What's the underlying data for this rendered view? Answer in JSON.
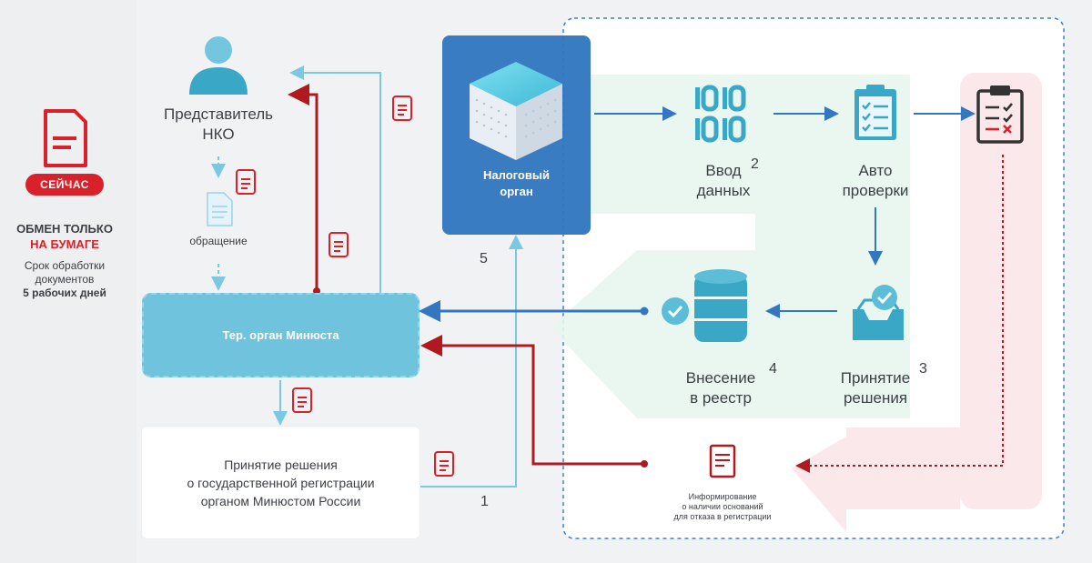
{
  "colors": {
    "red": "#d8212a",
    "blue": "#3277c0",
    "light_blue": "#7cc8e2",
    "teal": "#3aa7c7"
  },
  "left_panel": {
    "badge": "СЕЙЧАС",
    "title_line1": "ОБМЕН ТОЛЬКО",
    "title_line2": "НА БУМАГЕ",
    "desc_line1": "Срок обработки",
    "desc_line2": "документов",
    "desc_line3": "5 рабочих дней",
    "icon": "red-document-icon"
  },
  "nko": {
    "line1": "Представитель",
    "line2": "НКО",
    "icon": "user-icon"
  },
  "appeal": {
    "label": "обращение",
    "icon": "document-icon"
  },
  "ter_organ": {
    "label": "Тер. орган Минюста"
  },
  "decision": {
    "line1": "Принятие решения",
    "line2": "о государственной регистрации",
    "line3": "органом Минюстом России"
  },
  "tax_organ": {
    "line1": "Налоговый",
    "line2": "орган",
    "icon": "server-cube-icon"
  },
  "steps": {
    "data_entry": {
      "line1": "Ввод",
      "line2": "данных",
      "num": "2",
      "icon": "binary-icon"
    },
    "auto_checks": {
      "line1": "Авто",
      "line2": "проверки",
      "icon": "clipboard-check-icon"
    },
    "registry": {
      "line1": "Внесение",
      "line2": "в реестр",
      "num": "4",
      "icon": "database-icon"
    },
    "acceptance": {
      "line1": "Принятие",
      "line2": "решения",
      "num": "3",
      "icon": "inbox-check-icon"
    },
    "refusal_check": {
      "icon": "clipboard-refusal-icon"
    }
  },
  "refusal_info": {
    "line1": "Информирование",
    "line2": "о наличии оснований",
    "line3": "для отказа в регистрации",
    "icon": "refusal-document-icon"
  },
  "labels": {
    "one": "1",
    "five": "5"
  }
}
